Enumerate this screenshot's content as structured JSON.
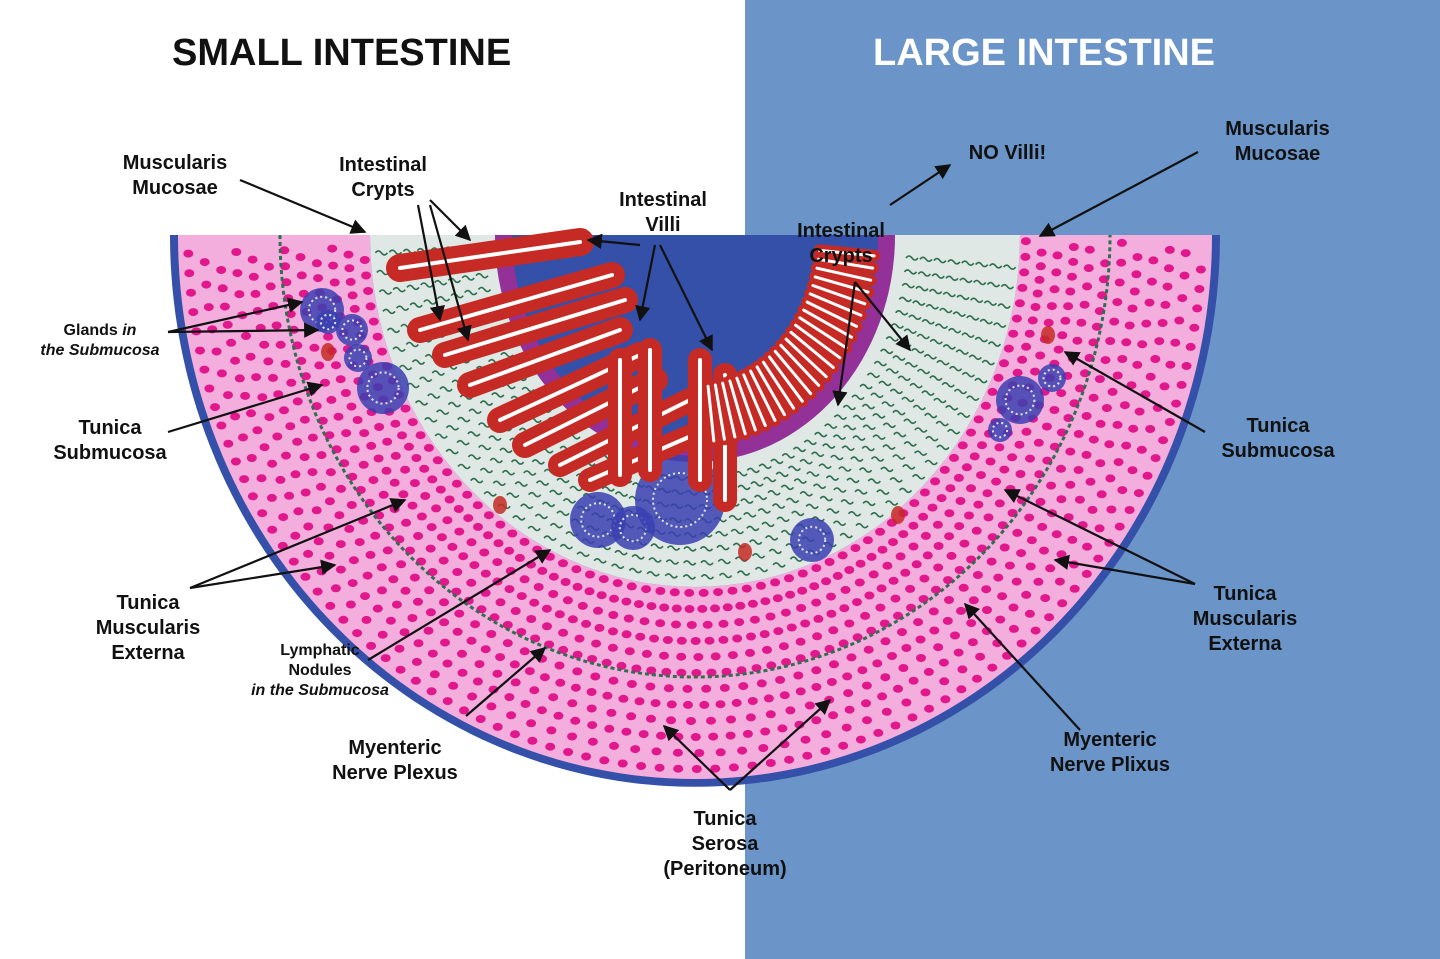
{
  "titles": {
    "small": "SMALL INTESTINE",
    "large": "LARGE INTESTINE"
  },
  "colors": {
    "left_bg": "#ffffff",
    "right_bg": "#6b94c8",
    "villi": "#c62a24",
    "muscle_nuclei": "#e0188c",
    "muscle_band": "#f3aede",
    "submucosa": "#dfe8e4",
    "fibers": "#2f6e4e",
    "lymph": "#3a3fb0",
    "serosa": "#3550a8"
  },
  "labels": {
    "musc_muc_left": [
      "Muscularis",
      "Mucosae"
    ],
    "crypts_left": [
      "Intestinal",
      "Crypts"
    ],
    "villi": [
      "Intestinal",
      "Villi"
    ],
    "glands": {
      "line1_pre": "Glands ",
      "line1_it": "in",
      "line2": "the Submucosa"
    },
    "submucosa_left": [
      "Tunica",
      "Submucosa"
    ],
    "muscularis_ext_left": [
      "Tunica",
      "Muscularis",
      "Externa"
    ],
    "lymphatic": {
      "line1": "Lymphatic",
      "line2": "Nodules",
      "line3": "in the Submucosa"
    },
    "myenteric_left": [
      "Myenteric",
      "Nerve Plexus"
    ],
    "serosa": [
      "Tunica",
      "Serosa",
      "(Peritoneum)"
    ],
    "no_villi": "NO Villi!",
    "musc_muc_right": [
      "Muscularis",
      "Mucosae"
    ],
    "crypts_right": [
      "Intestinal",
      "Crypts"
    ],
    "submucosa_right": [
      "Tunica",
      "Submucosa"
    ],
    "muscularis_ext_right": [
      "Tunica",
      "Muscularis",
      "Externa"
    ],
    "myenteric_right": [
      "Myenteric",
      "Nerve Plixus"
    ]
  }
}
